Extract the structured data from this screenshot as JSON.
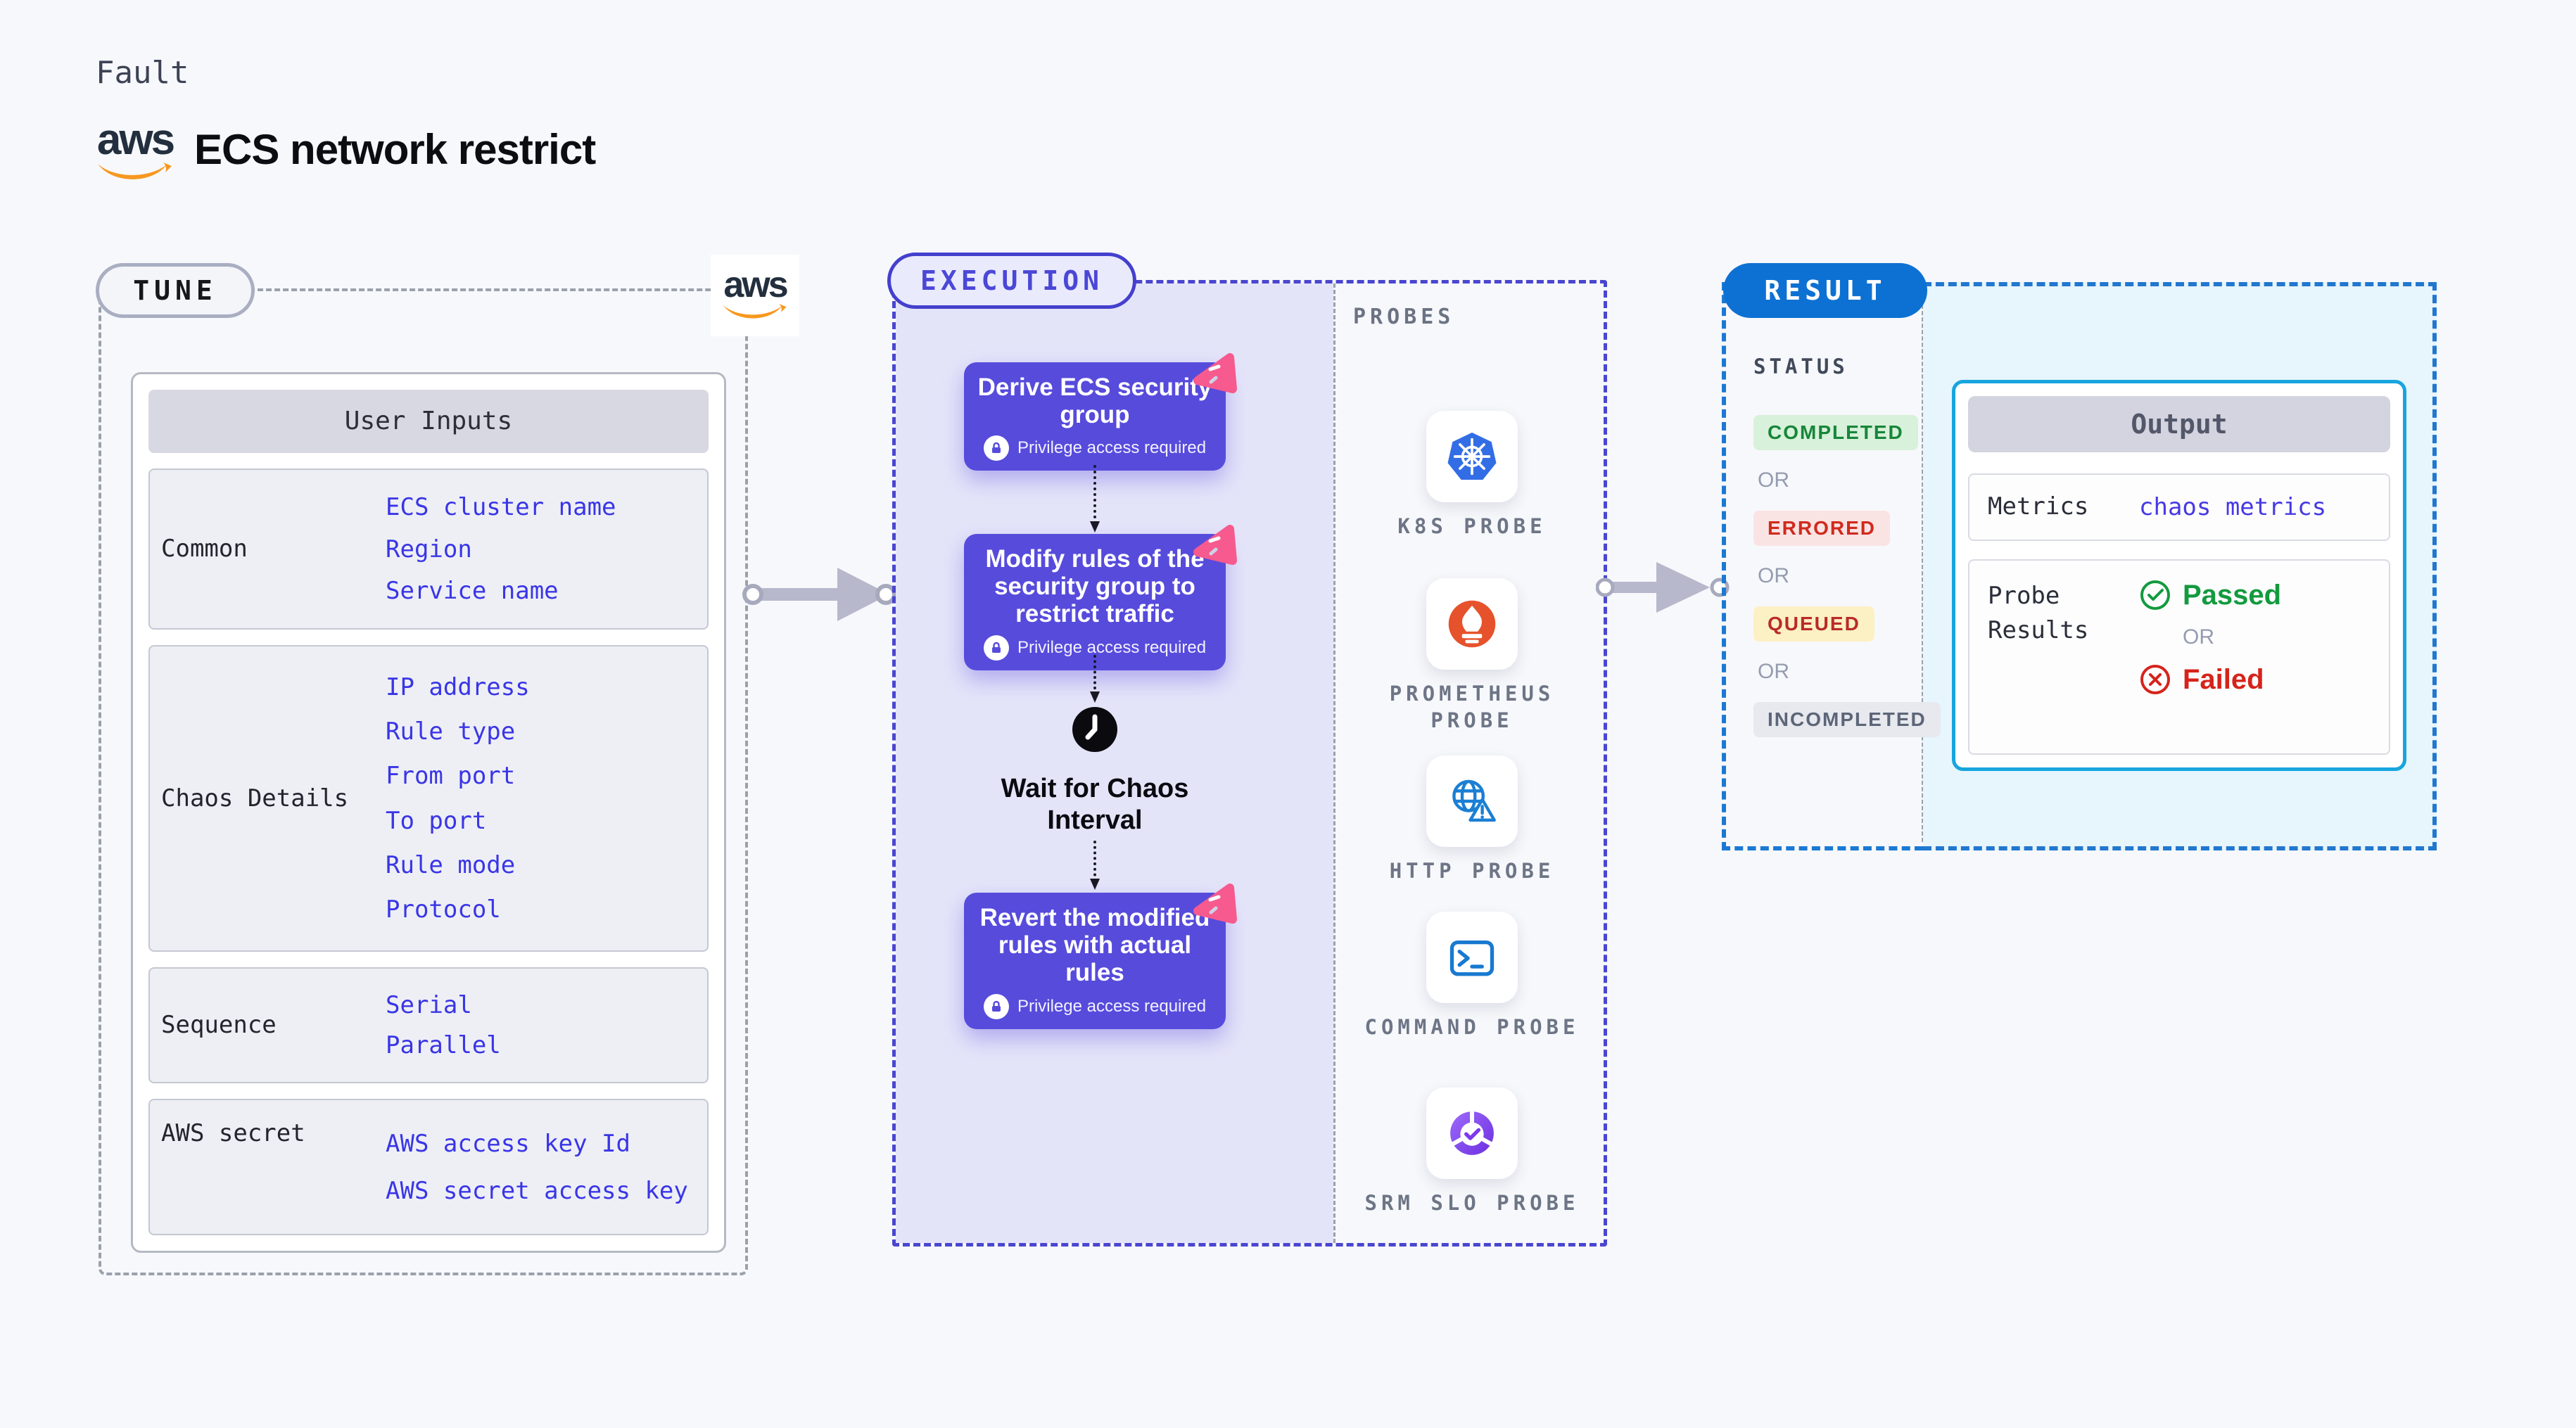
{
  "header": {
    "fault_label": "Fault",
    "title": "ECS network restrict",
    "aws_logo": "aws"
  },
  "tune": {
    "pill": "TUNE",
    "aws_logo": "aws",
    "table": {
      "header": "User Inputs",
      "rows": [
        {
          "label": "Common",
          "items": [
            "ECS cluster name",
            "Region",
            "Service name"
          ]
        },
        {
          "label": "Chaos Details",
          "items": [
            "IP address",
            "Rule type",
            "From port",
            "To port",
            "Rule mode",
            "Protocol"
          ]
        },
        {
          "label": "Sequence",
          "items": [
            "Serial",
            "Parallel"
          ]
        },
        {
          "label": "AWS secret",
          "items": [
            "AWS access key Id",
            "AWS secret access key"
          ]
        }
      ]
    }
  },
  "execution": {
    "pill": "EXECUTION",
    "steps": [
      {
        "title": "Derive ECS security group",
        "badge": "Privilege access required"
      },
      {
        "title": "Modify rules of the security group to restrict traffic",
        "badge": "Privilege access required"
      },
      {
        "title": "Revert the modified rules with actual rules",
        "badge": "Privilege access required"
      }
    ],
    "wait_label": "Wait for Chaos Interval"
  },
  "probes": {
    "title": "PROBES",
    "items": [
      {
        "name": "K8S PROBE",
        "icon": "kubernetes-icon"
      },
      {
        "name": "PROMETHEUS PROBE",
        "icon": "prometheus-icon"
      },
      {
        "name": "HTTP PROBE",
        "icon": "globe-warning-icon"
      },
      {
        "name": "COMMAND PROBE",
        "icon": "terminal-icon"
      },
      {
        "name": "SRM SLO PROBE",
        "icon": "slo-donut-check-icon"
      }
    ]
  },
  "result": {
    "pill": "RESULT",
    "status_title": "STATUS",
    "or": "OR",
    "statuses": [
      {
        "label": "COMPLETED"
      },
      {
        "label": "ERRORED"
      },
      {
        "label": "QUEUED"
      },
      {
        "label": "INCOMPLETED"
      }
    ],
    "output": {
      "header": "Output",
      "metrics_label": "Metrics",
      "metrics_value": "chaos metrics",
      "probe_results_label": "Probe Results",
      "passed": "Passed",
      "or": "OR",
      "failed": "Failed"
    }
  },
  "colors": {
    "accent_indigo": "#4a46d0",
    "card_purple": "#574bdc",
    "lavender_fill": "#e4e4f9",
    "result_blue": "#0d71d3",
    "cyan_border": "#17a5de",
    "value_blue": "#3a35e6",
    "aws_orange": "#f7981f",
    "pink_badge": "#f65a8e",
    "completed_green": "#17863a",
    "errored_red": "#d02a1d",
    "queued_amber_bg": "#fcf0c5",
    "passed_green": "#139a3e",
    "failed_red": "#d6231a"
  }
}
